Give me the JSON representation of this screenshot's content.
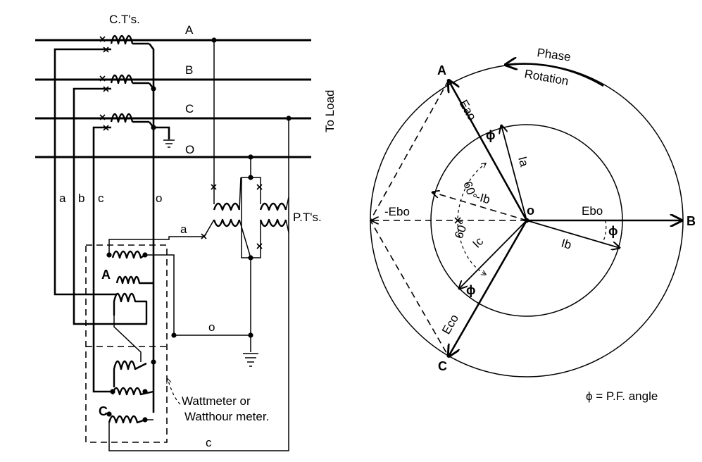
{
  "circuit": {
    "ct_label": "C.T's.",
    "pt_label": "P.T's.",
    "to_load": "To Load",
    "bus_labels": [
      "A",
      "B",
      "C",
      "O"
    ],
    "lead_labels": [
      "a",
      "b",
      "c",
      "o"
    ],
    "pt_lead_a": "a",
    "pt_lead_o": "o",
    "pt_lead_c": "c",
    "element_a": "A",
    "element_c": "C",
    "meter_note_line1": "Wattmeter or",
    "meter_note_line2": "Watthour meter."
  },
  "phasor": {
    "phase_rotation_line1": "Phase",
    "phase_rotation_line2": "Rotation",
    "point_a": "A",
    "point_b": "B",
    "point_c": "C",
    "origin": "o",
    "eao": "Eao",
    "eco": "Eco",
    "ebo": "Ebo",
    "neg_ebo": "-Ebo",
    "ia": "Ia",
    "ib": "Ib",
    "neg_ib": "-Ib",
    "ic": "Ic",
    "angle_60_top": "60°",
    "angle_60_bottom": "60°",
    "phi_top": "ϕ",
    "phi_right": "ϕ",
    "phi_bottom": "ϕ",
    "legend": "ϕ = P.F. angle"
  }
}
